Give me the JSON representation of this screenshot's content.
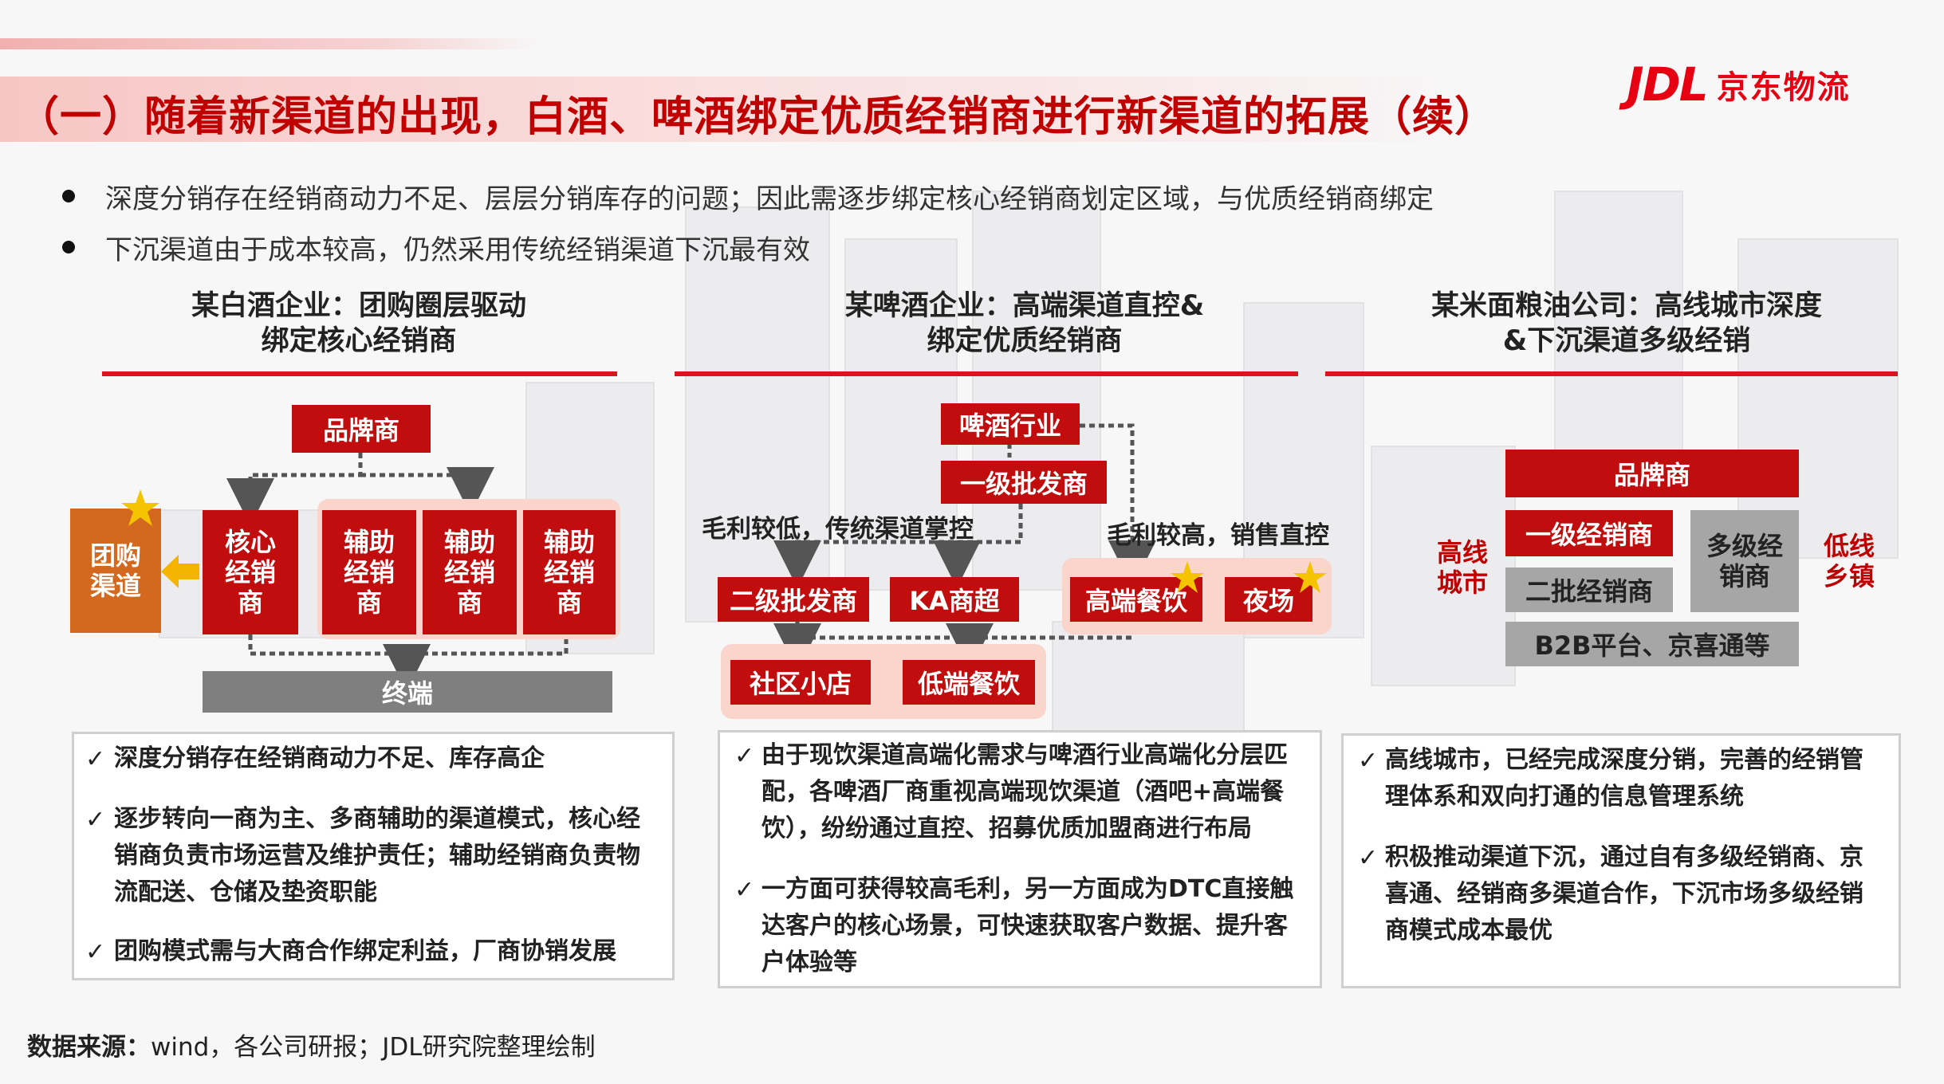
{
  "title": "（一）随着新渠道的出现，白酒、啤酒绑定优质经销商进行新渠道的拓展（续）",
  "logo": {
    "mark": "JDL",
    "name": "京东物流"
  },
  "bullets": [
    "深度分销存在经销商动力不足、层层分销库存的问题；因此需逐步绑定核心经销商划定区域，与优质经销商绑定",
    "下沉渠道由于成本较高，仍然采用传统经销渠道下沉最有效"
  ],
  "columns": [
    {
      "heading_l1": "某白酒企业：团购圈层驱动",
      "heading_l2": "绑定核心经销商",
      "boxes": {
        "brand": "品牌商",
        "group": "团购\n渠道",
        "core": "核心\n经销\n商",
        "aux1": "辅助\n经销\n商",
        "aux2": "辅助\n经销\n商",
        "aux3": "辅助\n经销\n商",
        "terminal": "终端"
      },
      "points": [
        "深度分销存在经销商动力不足、库存高企",
        "逐步转向一商为主、多商辅助的渠道模式，核心经\n销商负责市场运营及维护责任；辅助经销商负责物\n流配送、仓储及垫资职能",
        "团购模式需与大商合作绑定利益，厂商协销发展"
      ]
    },
    {
      "heading_l1": "某啤酒企业：高端渠道直控&",
      "heading_l2": "绑定优质经销商",
      "boxes": {
        "industry": "啤酒行业",
        "wholesale1": "一级批发商",
        "wholesale2": "二级批发商",
        "ka": "KA商超",
        "premium": "高端餐饮",
        "night": "夜场",
        "community": "社区小店",
        "lowend": "低端餐饮"
      },
      "notes": {
        "left": "毛利较低，传统渠道掌控",
        "right": "毛利较高，销售直控"
      },
      "points": [
        "由于现饮渠道高端化需求与啤酒行业高端化分层匹\n配，各啤酒厂商重视高端现饮渠道（酒吧+高端餐\n饮），纷纷通过直控、招募优质加盟商进行布局",
        "一方面可获得较高毛利，另一方面成为DTC直接触\n达客户的核心场景，可快速获取客户数据、提升客\n户体验等"
      ]
    },
    {
      "heading_l1": "某米面粮油公司：高线城市深度",
      "heading_l2": "&下沉渠道多级经销",
      "boxes": {
        "brand": "品牌商",
        "first": "一级经销商",
        "second": "二批经销商",
        "multi": "多级经\n销商",
        "b2b": "B2B平台、京喜通等"
      },
      "side": {
        "left": "高线\n城市",
        "right": "低线\n乡镇"
      },
      "points": [
        "高线城市，已经完成深度分销，完善的经销管\n理体系和双向打通的信息管理系统",
        "积极推动渠道下沉，通过自有多级经销商、京\n喜通、经销商多渠道合作，下沉市场多级经销\n商模式成本最优"
      ]
    }
  ],
  "footer": {
    "label": "数据来源：",
    "text": "wind，各公司研报；JDL研究院整理绘制"
  },
  "colors": {
    "red": "#c10d0d",
    "orange": "#d2691e",
    "gray": "#a6a6a6",
    "pink": "#f9d5cc",
    "star": "#f5c400"
  }
}
